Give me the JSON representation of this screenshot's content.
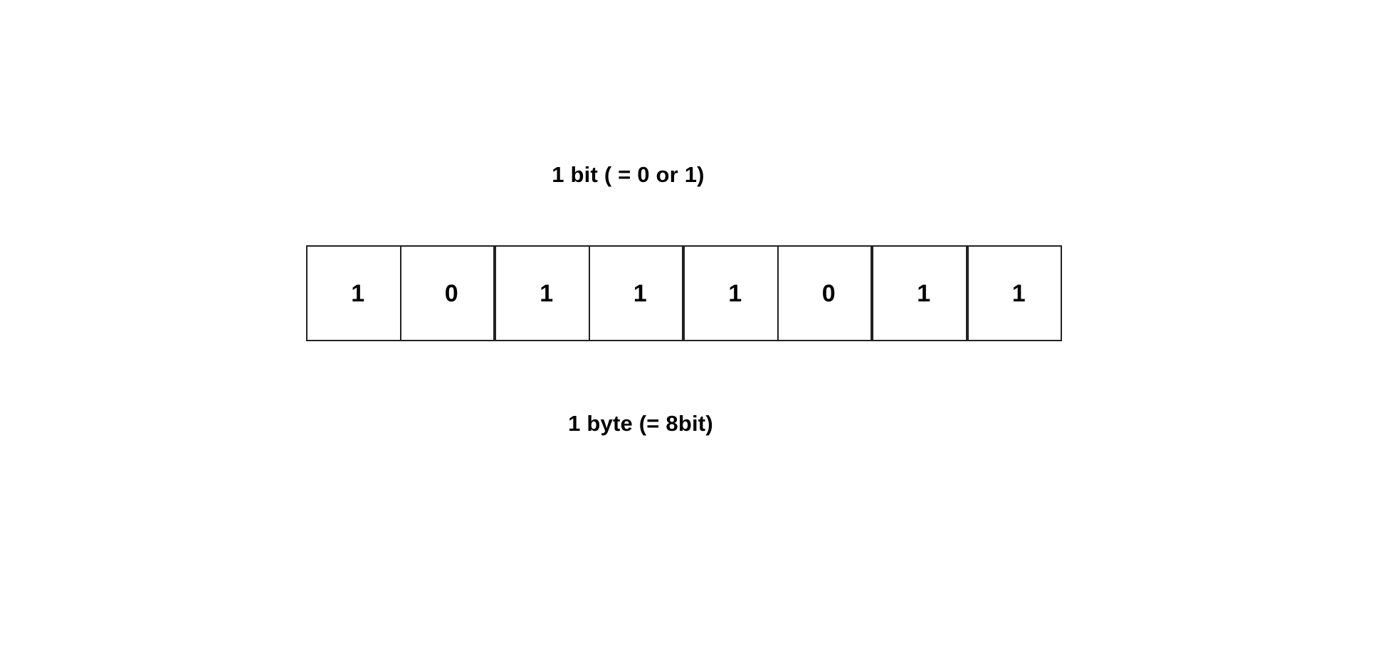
{
  "page": {
    "background_color": "#ffffff",
    "text_color": "#000000",
    "border_color": "#222222"
  },
  "diagram": {
    "title_top": "1 bit ( = 0 or 1)",
    "title_bottom": "1 byte (= 8bit)",
    "bits": [
      {
        "index": 0,
        "value": "1"
      },
      {
        "index": 1,
        "value": "0"
      },
      {
        "index": 2,
        "value": "1"
      },
      {
        "index": 3,
        "value": "1"
      },
      {
        "index": 4,
        "value": "1"
      },
      {
        "index": 5,
        "value": "0"
      },
      {
        "index": 6,
        "value": "1"
      },
      {
        "index": 7,
        "value": "1"
      }
    ],
    "bit_count": 8,
    "byte_binary": "10111011"
  }
}
